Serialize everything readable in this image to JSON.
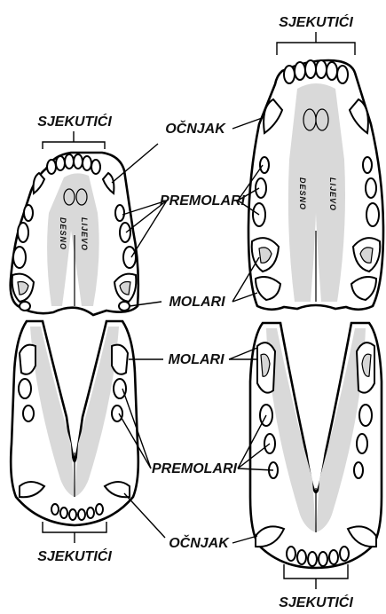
{
  "labels": {
    "top_right_incisors": "SJEKUTIĆI",
    "top_left_incisors": "SJEKUTIĆI",
    "canine_upper": "OČNJAK",
    "premolars_upper": "PREMOLARI",
    "molars_upper": "MOLARI",
    "molars_lower": "MOLARI",
    "premolars_lower": "PREMOLARI",
    "canine_lower": "OČNJAK",
    "bottom_left_incisors": "SJEKUTIĆI",
    "bottom_right_incisors": "SJEKUTIĆI"
  },
  "sides": {
    "right": "DESNO",
    "left": "LIJEVO"
  },
  "colors": {
    "palate": "#d9d9d9",
    "outline": "#000000",
    "tooth": "#ffffff"
  }
}
